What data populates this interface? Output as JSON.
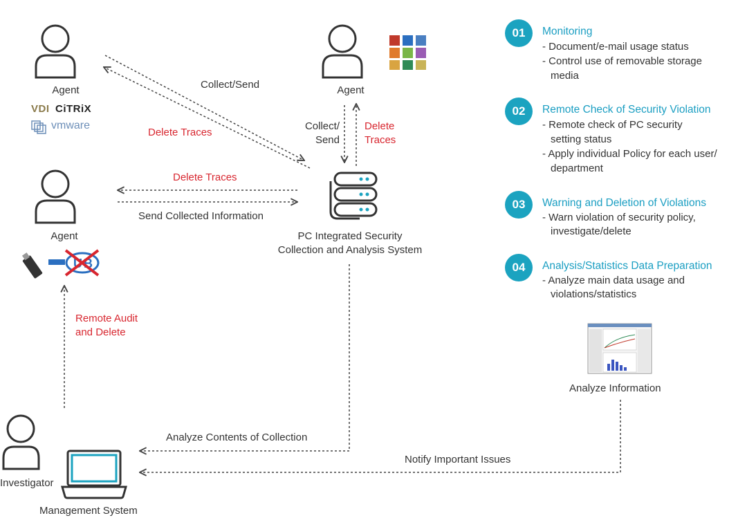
{
  "nodes": {
    "agent_top_left": "Agent",
    "agent_top_center": "Agent",
    "agent_mid_left": "Agent",
    "server": [
      "PC Integrated Security",
      "Collection and Analysis System"
    ],
    "investigator": "Investigator",
    "management": "Management System",
    "analyze_info": "Analyze Information"
  },
  "logos": {
    "vdi": "VDI",
    "citrix": "CiTRiX",
    "vmware": "vmware"
  },
  "edges": {
    "collect_send_top": "Collect/Send",
    "delete_traces_top": "Delete Traces",
    "collect_send_center": [
      "Collect/",
      "Send"
    ],
    "delete_traces_center": [
      "Delete",
      "Traces"
    ],
    "delete_traces_mid": "Delete Traces",
    "send_collected": "Send Collected Information",
    "remote_audit": [
      "Remote Audit",
      "and Delete"
    ],
    "analyze_contents": "Analyze Contents of Collection",
    "notify": "Notify Important Issues"
  },
  "features": [
    {
      "num": "01",
      "title": "Monitoring",
      "items": [
        "- Document/e-mail usage status",
        "- Control use of removable storage",
        "media"
      ]
    },
    {
      "num": "02",
      "title": "Remote Check of Security Violation",
      "items": [
        "- Remote check of PC security",
        "setting status",
        "- Apply individual Policy for each user/",
        "department"
      ]
    },
    {
      "num": "03",
      "title": "Warning and Deletion of Violations",
      "items": [
        "- Warn violation of security policy,",
        "investigate/delete"
      ]
    },
    {
      "num": "04",
      "title": "Analysis/Statistics Data Preparation",
      "items": [
        "- Analyze main data usage and",
        "violations/statistics"
      ]
    }
  ],
  "colors": {
    "accent": "#1ba3c0",
    "alert": "#d8262f",
    "line": "#444444"
  }
}
